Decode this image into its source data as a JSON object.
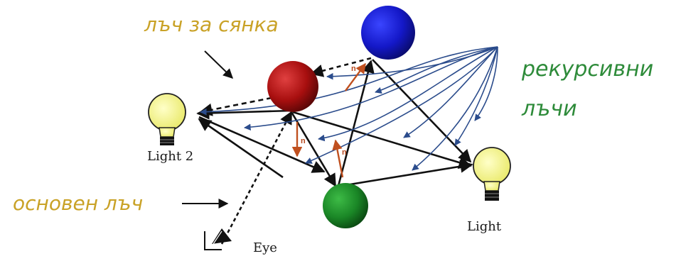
{
  "annotations": {
    "shadow_ray": "лъч за сянка",
    "primary_ray": "основен лъч",
    "recursive_rays_line1": "рекурсивни",
    "recursive_rays_line2": "лъчи"
  },
  "figure_labels": {
    "light2": "Light 2",
    "light": "Light",
    "eye": "Eye",
    "normal_symbol": "n"
  },
  "colors": {
    "annotation_gold": "#C9A227",
    "annotation_green": "#2E8B3A",
    "recursive_ray_blue": "#2B4C8C",
    "normal_orange": "#C0501F",
    "sphere_red": "#B01515",
    "sphere_blue": "#1A22D0",
    "sphere_green": "#1E8A2A",
    "bulb_yellow": "#F2F27A"
  }
}
